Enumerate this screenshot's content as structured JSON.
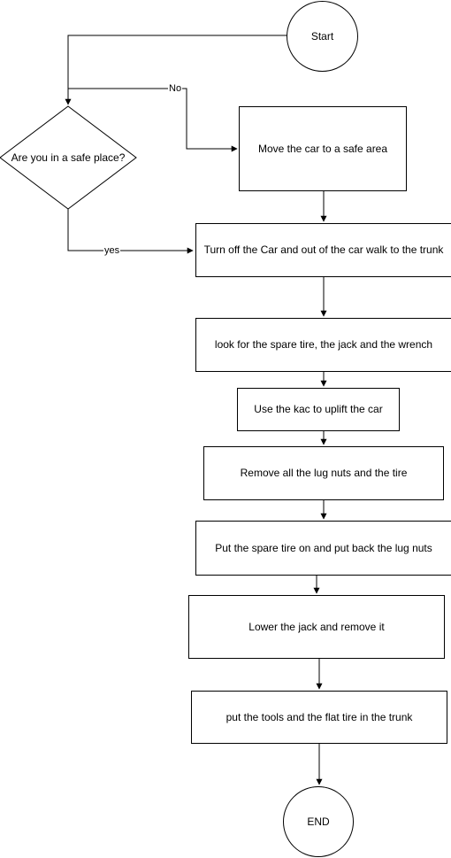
{
  "diagram": {
    "start": "Start",
    "decision": "Are you in a safe place?",
    "move_car": "Move the car to a safe  area",
    "turn_off": "Turn off the Car and out of the car walk to the trunk",
    "look_spare": "look for the spare tire, the jack and the wrench",
    "use_jack": "Use the kac to uplift the car",
    "remove_nuts": "Remove all the lug nuts and the tire",
    "put_spare": "Put the spare tire on and put back the lug nuts",
    "lower_jack": "Lower the jack and remove it",
    "put_tools": "put the tools and the flat tire in the trunk",
    "end": "END",
    "label_no": "No",
    "label_yes": "yes"
  }
}
